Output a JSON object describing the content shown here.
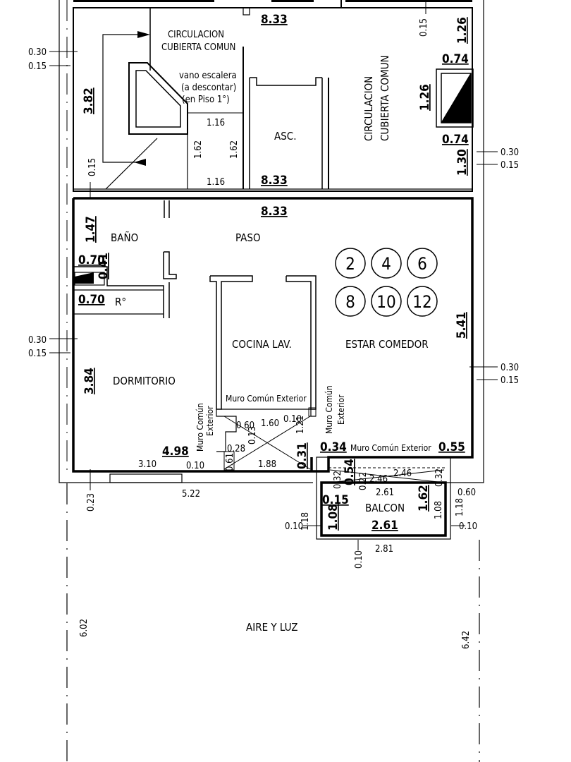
{
  "rooms": {
    "circulacion_left": [
      "CIRCULACION",
      "CUBIERTA COMUN"
    ],
    "circulacion_right": [
      "CIRCULACION",
      "CUBIERTA COMUN"
    ],
    "vano": [
      "vano escalera",
      "(a descontar)",
      "(en Piso 1°)"
    ],
    "asc": "ASC.",
    "bano": "BAÑO",
    "paso": "PASO",
    "r": "R°",
    "cocina": "COCINA LAV.",
    "estar": "ESTAR COMEDOR",
    "dormitorio": "DORMITORIO",
    "balcon": "BALCON",
    "aire": "AIRE Y LUZ"
  },
  "unit_numbers": [
    "2",
    "4",
    "6",
    "8",
    "10",
    "12"
  ],
  "walls": {
    "muro_comun_exterior": "Muro Común Exterior",
    "muro_comun": "Muro Común",
    "exterior": "Exterior"
  },
  "dims": {
    "d833_top": "8.33",
    "d833_asc": "8.33",
    "d833_paso": "8.33",
    "d382": "3.82",
    "d126a": "1.26",
    "d074a": "0.74",
    "d126b": "1.26",
    "d074b": "0.74",
    "d130": "1.30",
    "d147": "1.47",
    "d070a": "0.70",
    "d041": "0.41",
    "d070b": "0.70",
    "d384": "3.84",
    "d498": "4.98",
    "d541": "5.41",
    "d034": "0.34",
    "d055": "0.55",
    "d031": "0.31",
    "d015b": "0.15",
    "d108a": "1.08",
    "d162": "1.62",
    "d261b": "2.61",
    "d030a": "0.30",
    "d015a": "0.15",
    "d030b": "0.30",
    "d015c": "0.15",
    "d030c": "0.30",
    "d015d": "0.15",
    "d030d": "0.30",
    "d015e": "0.15",
    "d015top": "0.15",
    "d015left": "0.15",
    "d116a": "1.16",
    "d162a": "1.62",
    "d162b": "1.62",
    "d116b": "1.16",
    "d060a": "0.60",
    "d013": "0.13",
    "d028": "0.28",
    "d160": "1.60",
    "d010a": "0.10",
    "d121": "1.21",
    "d061": "0.61",
    "d188": "1.88",
    "d310": "3.10",
    "d010b": "0.10",
    "d522": "5.22",
    "d023": "0.23",
    "d032a": "0.32",
    "d054": "0.54",
    "d022": "0.22",
    "d246a": "2.46",
    "d246b": "2.46",
    "d032b": "0.32",
    "d261a": "2.61",
    "d060b": "0.60",
    "d118a": "1.18",
    "d118b": "1.18",
    "d108b": "1.08",
    "d010c": "0.10",
    "d010d": "0.10",
    "d010e": "0.10",
    "d281": "2.81",
    "d602": "6.02",
    "d642": "6.42"
  }
}
